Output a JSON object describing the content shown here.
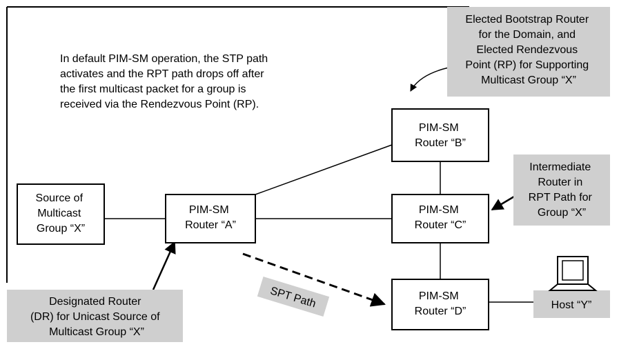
{
  "intro_note": [
    "In default PIM-SM operation, the STP path",
    "activates and the RPT path drops off after",
    "the first multicast packet for a group is",
    "received via the Rendezvous Point (RP)."
  ],
  "nodes": {
    "source": [
      "Source of",
      "Multicast",
      "Group “X”"
    ],
    "router_a": [
      "PIM-SM",
      "Router “A”"
    ],
    "router_b": [
      "PIM-SM",
      "Router “B”"
    ],
    "router_c": [
      "PIM-SM",
      "Router “C”"
    ],
    "router_d": [
      "PIM-SM",
      "Router “D”"
    ]
  },
  "callouts": {
    "bootstrap": [
      "Elected Bootstrap Router",
      "for the Domain, and",
      "Elected Rendezvous",
      "Point (RP) for Supporting",
      "Multicast Group “X”"
    ],
    "intermediate": [
      "Intermediate",
      "Router in",
      "RPT Path for",
      "Group “X”"
    ],
    "designated": [
      "Designated Router",
      "(DR) for Unicast Source of",
      "Multicast Group “X”"
    ],
    "host": [
      "Host “Y”"
    ]
  },
  "spt_label": "SPT Path",
  "colors": {
    "callout_fill": "#cfcfcf",
    "line": "#000000"
  }
}
